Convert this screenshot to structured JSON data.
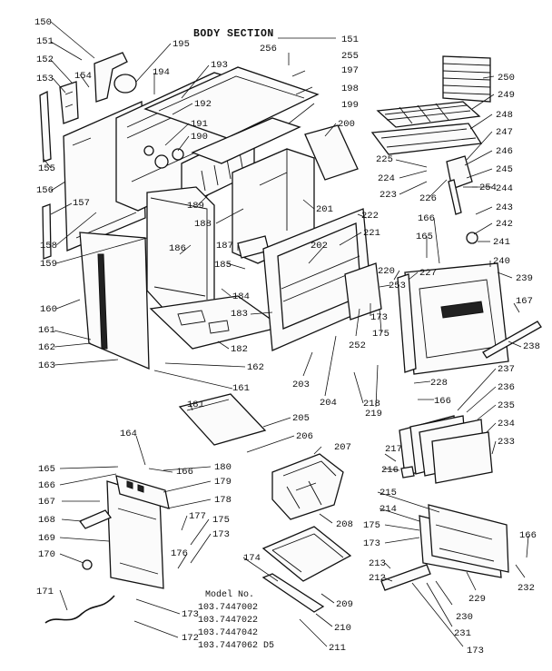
{
  "title": "BODY SECTION",
  "model": {
    "heading": "Model No.",
    "numbers": [
      "103.7447002",
      "103.7447022",
      "103.7447042",
      "103.7447062 D5"
    ]
  },
  "labels": [
    "150",
    "151",
    "195",
    "152",
    "154",
    "194",
    "193",
    "153",
    "192",
    "191",
    "190",
    "155",
    "156",
    "157",
    "158",
    "159",
    "160",
    "161",
    "162",
    "163",
    "256",
    "151",
    "255",
    "197",
    "198",
    "199",
    "200",
    "250",
    "249",
    "248",
    "247",
    "246",
    "245",
    "244",
    "243",
    "242",
    "241",
    "240",
    "239",
    "225",
    "224",
    "223",
    "226",
    "254",
    "166",
    "165",
    "189",
    "188",
    "201",
    "222",
    "221",
    "186",
    "187",
    "185",
    "202",
    "184",
    "183",
    "182",
    "162",
    "161",
    "220",
    "227",
    "253",
    "173",
    "252",
    "175",
    "167",
    "238",
    "203",
    "204",
    "218",
    "219",
    "228",
    "166",
    "237",
    "236",
    "235",
    "234",
    "233",
    "181",
    "205",
    "206",
    "207",
    "217",
    "216",
    "164",
    "166",
    "180",
    "179",
    "178",
    "177",
    "175",
    "173",
    "176",
    "174",
    "215",
    "214",
    "175",
    "173",
    "213",
    "212",
    "166",
    "232",
    "229",
    "230",
    "231",
    "173",
    "165",
    "166",
    "167",
    "168",
    "169",
    "170",
    "171",
    "173",
    "172",
    "208",
    "209",
    "210",
    "211"
  ]
}
